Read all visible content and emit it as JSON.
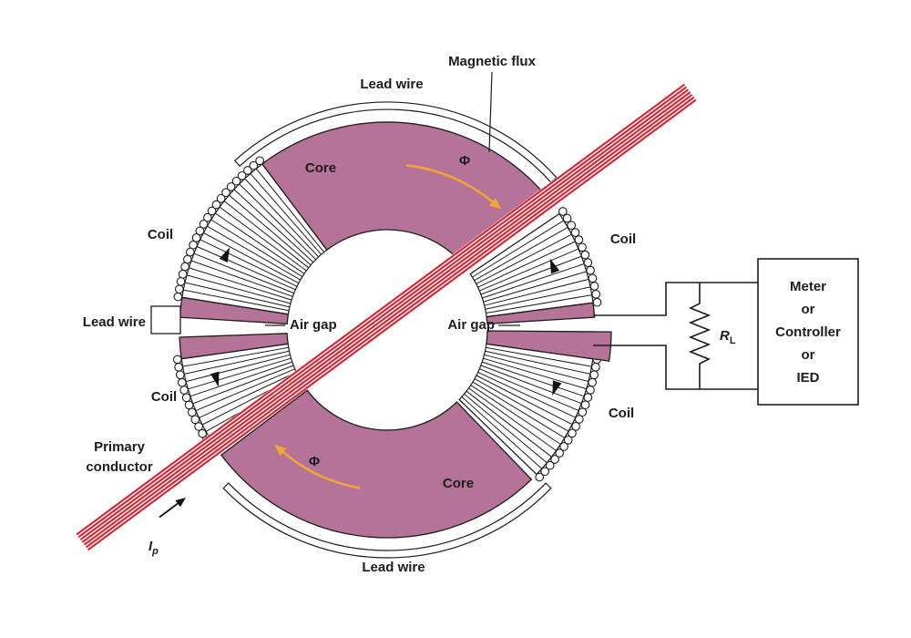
{
  "colors": {
    "core": "#b57398",
    "conductor": "#d42333",
    "flux_arrow": "#f2a33c",
    "line": "#1d1d1b"
  },
  "labels": {
    "magnetic_flux": "Magnetic flux",
    "lead_wire_top": "Lead wire",
    "lead_wire_bottom": "Lead wire",
    "lead_wire_left": "Lead wire",
    "core_top": "Core",
    "core_bottom": "Core",
    "coil_upper_left": "Coil",
    "coil_lower_left": "Coil",
    "coil_upper_right": "Coil",
    "coil_lower_right": "Coil",
    "air_gap_left": "Air gap",
    "air_gap_right": "Air gap",
    "primary_conductor_line1": "Primary",
    "primary_conductor_line2": "conductor",
    "flux_symbol_top": "Φ",
    "flux_symbol_bottom": "Φ",
    "primary_current": "I",
    "primary_current_sub": "p",
    "load_resistor": "R",
    "load_resistor_sub": "L"
  },
  "meter_box": {
    "lines": [
      "Meter",
      "or",
      "Controller",
      "or",
      "IED"
    ]
  }
}
